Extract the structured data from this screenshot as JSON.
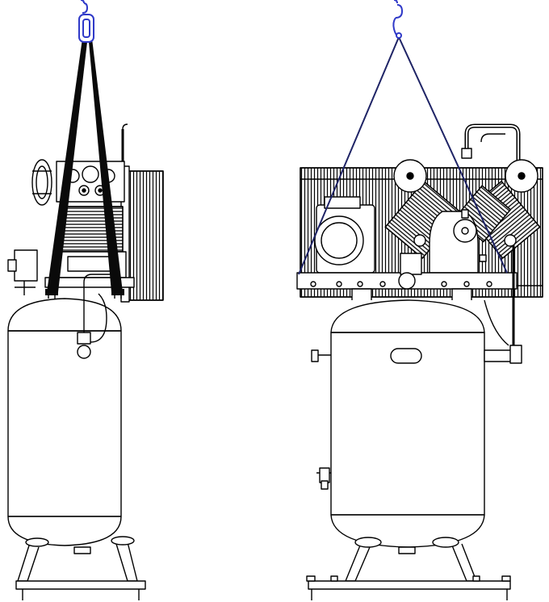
{
  "diagram": {
    "views": [
      {
        "id": "side",
        "rigging": "strap-sling",
        "hook_color": "#2f39c8",
        "sling_color": "#0a0a0a"
      },
      {
        "id": "front",
        "rigging": "cable-sling",
        "hook_color": "#2f39c8",
        "sling_color": "#1f2466"
      }
    ],
    "colors": {
      "line": "#000000",
      "background": "#ffffff",
      "hook": "#2f39c8",
      "cable": "#1f2466"
    }
  }
}
